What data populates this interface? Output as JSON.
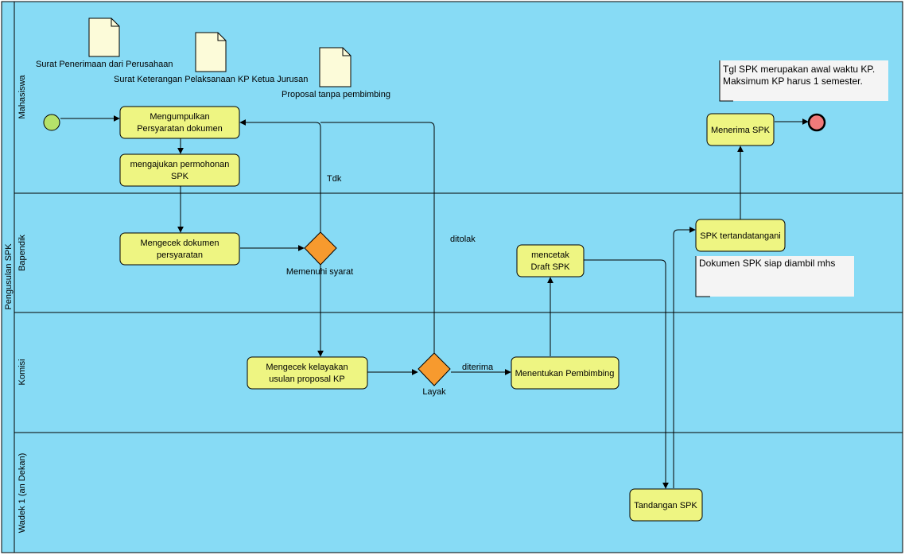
{
  "pool": {
    "label": "Pengusulan SPK"
  },
  "lanes": [
    {
      "id": "mahasiswa",
      "label": "Mahasiswa"
    },
    {
      "id": "bapendik",
      "label": "Bapendik"
    },
    {
      "id": "komisi",
      "label": "Komisi"
    },
    {
      "id": "wadek",
      "label": "Wadek 1 (an Dekan)"
    }
  ],
  "documents": [
    {
      "id": "doc1",
      "label": "Surat Penerimaan dari Perusahaan"
    },
    {
      "id": "doc2",
      "label": "Surat Keterangan Pelaksanaan KP Ketua Jurusan"
    },
    {
      "id": "doc3",
      "label": "Proposal tanpa pembimbing"
    }
  ],
  "activities": [
    {
      "id": "a1",
      "lines": [
        "Mengumpulkan",
        "Persyaratan dokumen"
      ]
    },
    {
      "id": "a2",
      "lines": [
        "mengajukan permohonan",
        "SPK"
      ]
    },
    {
      "id": "a3",
      "lines": [
        "Mengecek dokumen",
        "persyaratan"
      ]
    },
    {
      "id": "a4",
      "lines": [
        "Mengecek kelayakan",
        "usulan proposal KP"
      ]
    },
    {
      "id": "a5",
      "lines": [
        "Menentukan Pembimbing"
      ]
    },
    {
      "id": "a6",
      "lines": [
        "mencetak",
        "Draft SPK"
      ]
    },
    {
      "id": "a7",
      "lines": [
        "Tandangan SPK"
      ]
    },
    {
      "id": "a8",
      "lines": [
        "SPK tertandatangani"
      ]
    },
    {
      "id": "a9",
      "lines": [
        "Menerima SPK"
      ]
    }
  ],
  "gateways": [
    {
      "id": "g1",
      "label": "Memenuhi syarat"
    },
    {
      "id": "g2",
      "label": "Layak"
    }
  ],
  "flow_labels": [
    {
      "id": "f_tdk",
      "label": "Tdk"
    },
    {
      "id": "f_ditolak",
      "label": "ditolak"
    },
    {
      "id": "f_diterima",
      "label": "diterima"
    }
  ],
  "notes": [
    {
      "id": "n1",
      "lines": [
        "Tgl SPK merupakan awal waktu KP.",
        "Maksimum KP harus 1 semester."
      ]
    },
    {
      "id": "n2",
      "lines": [
        "Dokumen SPK siap diambil mhs"
      ]
    }
  ],
  "colors": {
    "lane_fill": "#87dbf5",
    "activity_fill": "#eef582",
    "gateway_fill": "#f79a2e",
    "start_fill": "#b5e26a",
    "end_fill": "#f07a7a",
    "document_fill": "#fcfbd9",
    "note_fill": "#f4f4f4"
  }
}
